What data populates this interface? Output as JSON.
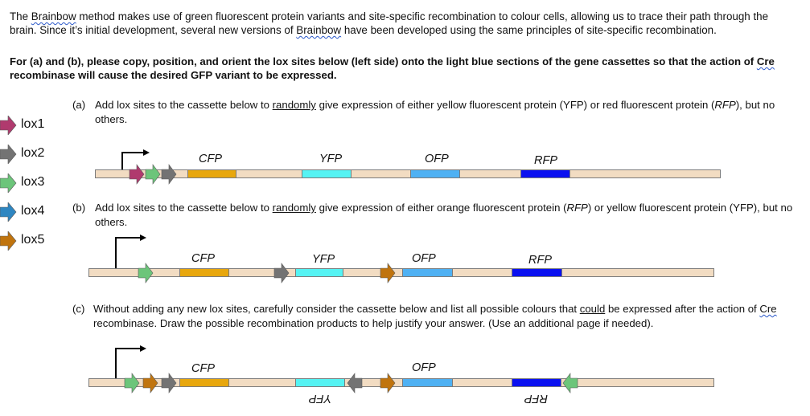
{
  "intro": {
    "p1": "The ",
    "brainbow1": "Brainbow",
    "p2": " method makes use of green fluorescent protein variants and site-specific recombination to colour cells, allowing us to trace their path through the brain. Since it’s initial development, several new versions of ",
    "brainbow2": "Brainbow",
    "p3": " have been developed using the same principles of site-specific recombination."
  },
  "instruction": {
    "part1": "For (a) and (b), please copy, position, and orient the lox sites below (left side) onto the light blue sections of the gene cassettes so that the action of ",
    "cre": "Cre",
    "part2": " recombinase will cause the desired GFP variant to be expressed."
  },
  "legend": [
    {
      "label": "lox1",
      "color": "#b03a6e"
    },
    {
      "label": "lox2",
      "color": "#737373"
    },
    {
      "label": "lox3",
      "color": "#6cc57a"
    },
    {
      "label": "lox4",
      "color": "#2e86c1"
    },
    {
      "label": "lox5",
      "color": "#c0740e"
    }
  ],
  "questions": {
    "a": {
      "num": "(a)",
      "t1": "Add lox sites to the cassette below to ",
      "u": "randomly",
      "t2": " give expression of either yellow fluorescent protein (YFP) or red fluorescent protein (",
      "i": "RFP",
      "t3": "), but no others."
    },
    "b": {
      "num": "(b)",
      "t1": "Add lox sites to the cassette below to ",
      "u": "randomly",
      "t2": " give expression of either orange fluorescent protein (",
      "i": "RFP",
      "t3": ") or yellow fluorescent protein (YFP), but no others."
    },
    "c": {
      "num": "(c)",
      "t1": "Without adding any new lox sites, carefully consider the cassette below and list all possible colours that ",
      "u": "could",
      "t2": " be expressed after the action of ",
      "cre": "Cre",
      "t3": " recombinase. Draw the possible recombination products to help justify your answer. (Use an additional page if needed)."
    }
  },
  "genes": {
    "cfp": "CFP",
    "yfp": "YFP",
    "ofp": "OFP",
    "rfp": "RFP"
  },
  "colors": {
    "cassette": "#f2dcc2",
    "cfp": "#e8a70d",
    "yfp": "#55f3f3",
    "ofp": "#4fb1f3",
    "rfp": "#0a10f0",
    "lox1": "#b03a6e",
    "lox2": "#737373",
    "lox3": "#6cc57a",
    "lox5": "#c0740e"
  }
}
